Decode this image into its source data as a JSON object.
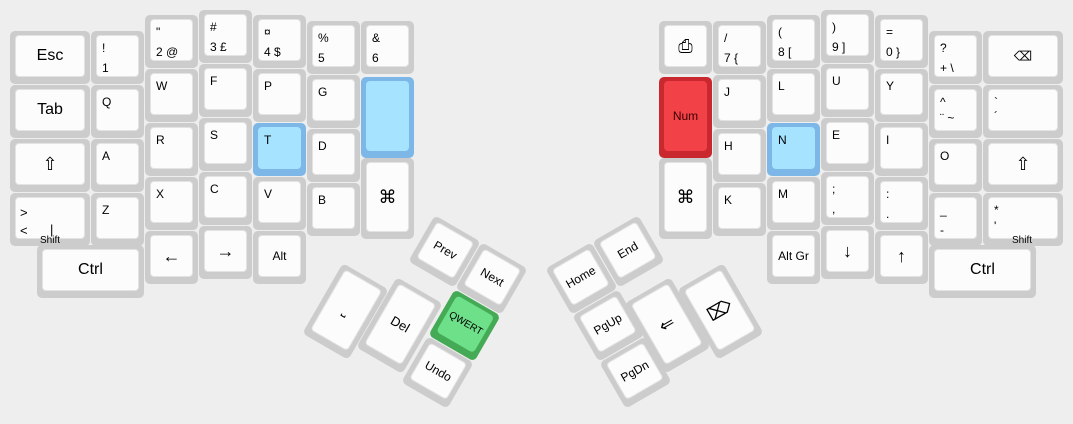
{
  "layout_name": "QWERT",
  "left": {
    "esc": "Esc",
    "tab": "Tab",
    "shift_icon": "⇧",
    "ctrl": "Ctrl",
    "shift": "Shift",
    "lt_top": ">",
    "lt_bottom": "<",
    "bar": "|",
    "n1": "!",
    "n1b": "1",
    "n2": "\"",
    "n2b": "2 @",
    "n3": "#",
    "n3b": "3  £",
    "n4": "¤",
    "n4b": "4  $",
    "n5": "%",
    "n5b": "5",
    "n6": "&",
    "n6b": "6",
    "q": "Q",
    "w": "W",
    "f": "F",
    "p": "P",
    "g": "G",
    "a": "A",
    "r": "R",
    "s": "S",
    "t": "T",
    "d": "D",
    "cmd": "⌘",
    "z": "Z",
    "x": "X",
    "c": "C",
    "v": "V",
    "b": "B",
    "left_arrow": "←",
    "right_arrow": "→",
    "alt": "Alt",
    "thumb": {
      "space": "⎵",
      "del": "Del",
      "prev": "Prev",
      "next": "Next",
      "qwert": "QWERT",
      "undo": "Undo"
    }
  },
  "right": {
    "print_icon": "⎙",
    "num": "Num",
    "cmd": "⌘",
    "slash": "/",
    "slashb": "7  {",
    "n8": "(",
    "n8b": "8  [",
    "n9": ")",
    "n9b": "9  ]",
    "n0": "=",
    "n0b": "0  }",
    "q": "?",
    "qb": "+  \\",
    "backspace_icon": "⌫",
    "j": "J",
    "l": "L",
    "u": "U",
    "y": "Y",
    "caret": "^",
    "caretb": "¨  ~",
    "grave": "`",
    "graveb": "´",
    "h": "H",
    "n": "N",
    "e": "E",
    "i": "I",
    "o": "O",
    "shift_icon": "⇧",
    "k": "K",
    "m": "M",
    "semi": ";",
    "semib": ",",
    "colon": ":",
    "colonb": ".",
    "under": "_",
    "underb": "-",
    "star": "*",
    "starb": "'",
    "shift": "Shift",
    "altgr": "Alt Gr",
    "down": "↓",
    "up": "↑",
    "ctrl": "Ctrl",
    "thumb": {
      "home": "Home",
      "end": "End",
      "pgup": "PgUp",
      "pgdn": "PgDn",
      "icon1": "⇐",
      "icon2": "⌦"
    }
  }
}
